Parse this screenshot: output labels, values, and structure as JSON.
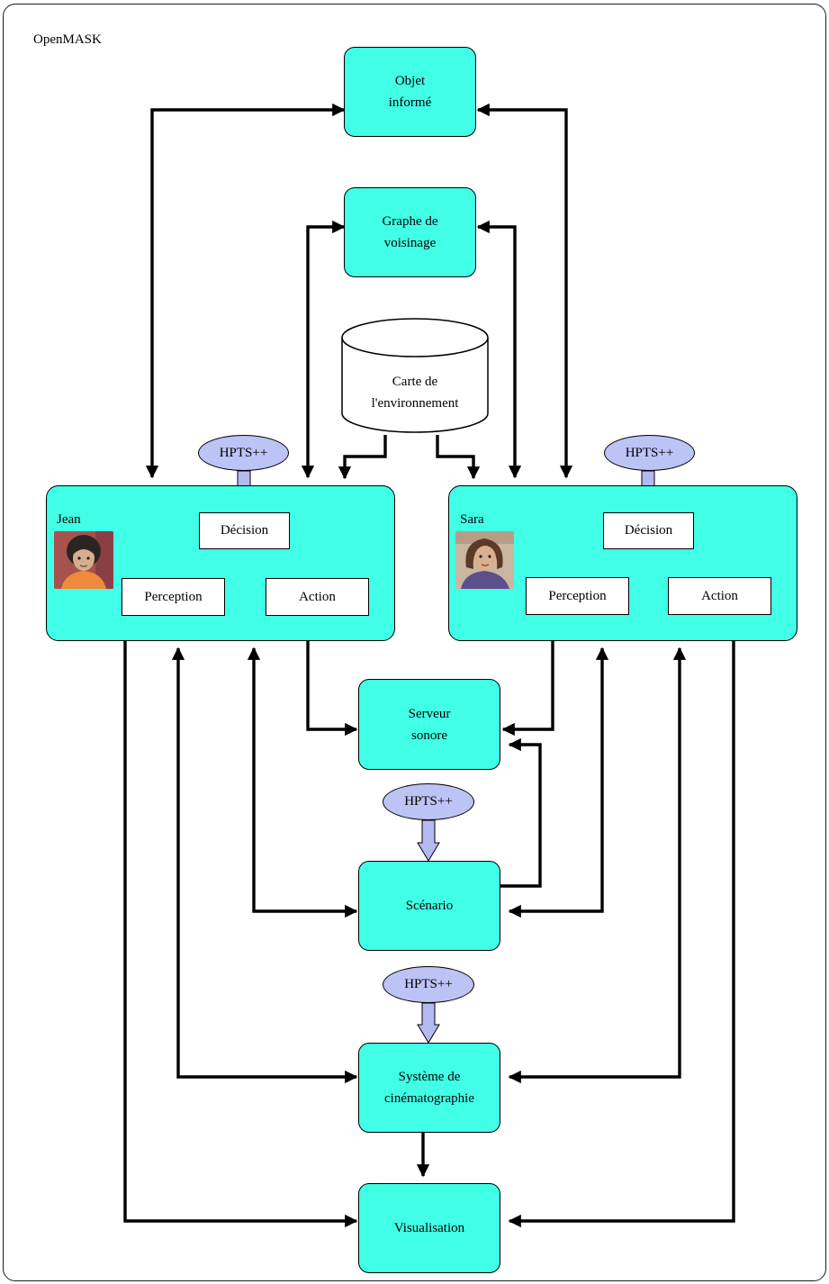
{
  "title": "OpenMASK",
  "top_nodes": {
    "objet": "Objet\ninformé",
    "graphe": "Graphe de\nvoisinage",
    "carte": "Carte de\nl'environnement"
  },
  "agents": {
    "jean": {
      "name": "Jean",
      "hpts": "HPTS++",
      "decision": "Décision",
      "perception": "Perception",
      "action": "Action"
    },
    "sara": {
      "name": "Sara",
      "hpts": "HPTS++",
      "decision": "Décision",
      "perception": "Perception",
      "action": "Action"
    }
  },
  "bottom_nodes": {
    "serveur": "Serveur\nsonore",
    "scenario_hpts": "HPTS++",
    "scenario": "Scénario",
    "cinema_hpts": "HPTS++",
    "cinema": "Système de\ncinématographie",
    "visualisation": "Visualisation"
  },
  "colors": {
    "node_fill": "#40ffe6",
    "hpts_fill": "#bcc3f5",
    "hpts_arrow_fill": "#b3baf2",
    "line": "#000000"
  },
  "icons": {
    "jean_avatar": "portrait-dark-hair-orange-shirt",
    "sara_avatar": "portrait-brown-hair-purple-shirt"
  }
}
